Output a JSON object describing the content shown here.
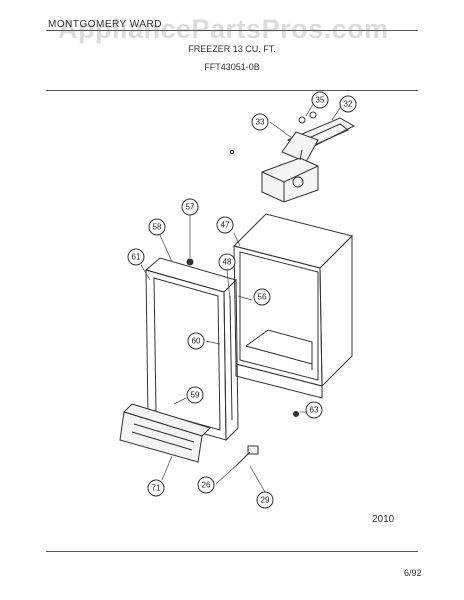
{
  "header": {
    "brand": "MONTGOMERY WARD",
    "watermark": "AppliancePartsPros.com",
    "title": "FREEZER 13 CU. FT.",
    "model": "FFT43051-0B"
  },
  "footer": {
    "diagram_code": "2010",
    "date": "6/92"
  },
  "callouts": [
    {
      "id": "c35",
      "label": "35"
    },
    {
      "id": "c32",
      "label": "32"
    },
    {
      "id": "c33",
      "label": "33"
    },
    {
      "id": "c57",
      "label": "57"
    },
    {
      "id": "c58",
      "label": "58"
    },
    {
      "id": "c47",
      "label": "47"
    },
    {
      "id": "c61",
      "label": "61"
    },
    {
      "id": "c48",
      "label": "48"
    },
    {
      "id": "c56",
      "label": "56"
    },
    {
      "id": "c60",
      "label": "60"
    },
    {
      "id": "c59",
      "label": "59"
    },
    {
      "id": "c63",
      "label": "63"
    },
    {
      "id": "c26",
      "label": "26"
    },
    {
      "id": "c71",
      "label": "71"
    },
    {
      "id": "c29",
      "label": "29"
    }
  ]
}
